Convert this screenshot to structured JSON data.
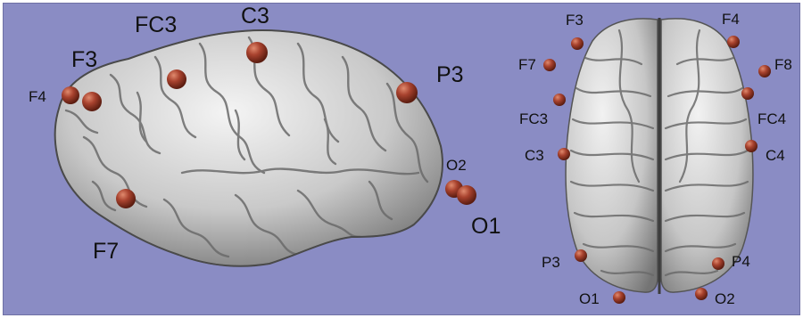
{
  "background_color": "#8a8cc4",
  "electrode_color": "#a8422e",
  "brain_color": "#c9c9c9",
  "lateral_view": {
    "electrodes": [
      {
        "id": "F4",
        "label": "F4"
      },
      {
        "id": "F3",
        "label": "F3"
      },
      {
        "id": "FC3",
        "label": "FC3"
      },
      {
        "id": "C3",
        "label": "C3"
      },
      {
        "id": "P3",
        "label": "P3"
      },
      {
        "id": "O2",
        "label": "O2"
      },
      {
        "id": "O1",
        "label": "O1"
      },
      {
        "id": "F7",
        "label": "F7"
      }
    ]
  },
  "top_view": {
    "electrodes": [
      {
        "id": "F3",
        "label": "F3"
      },
      {
        "id": "F4",
        "label": "F4"
      },
      {
        "id": "F7",
        "label": "F7"
      },
      {
        "id": "F8",
        "label": "F8"
      },
      {
        "id": "FC3",
        "label": "FC3"
      },
      {
        "id": "FC4",
        "label": "FC4"
      },
      {
        "id": "C3",
        "label": "C3"
      },
      {
        "id": "C4",
        "label": "C4"
      },
      {
        "id": "P3",
        "label": "P3"
      },
      {
        "id": "P4",
        "label": "P4"
      },
      {
        "id": "O1",
        "label": "O1"
      },
      {
        "id": "O2",
        "label": "O2"
      }
    ]
  }
}
